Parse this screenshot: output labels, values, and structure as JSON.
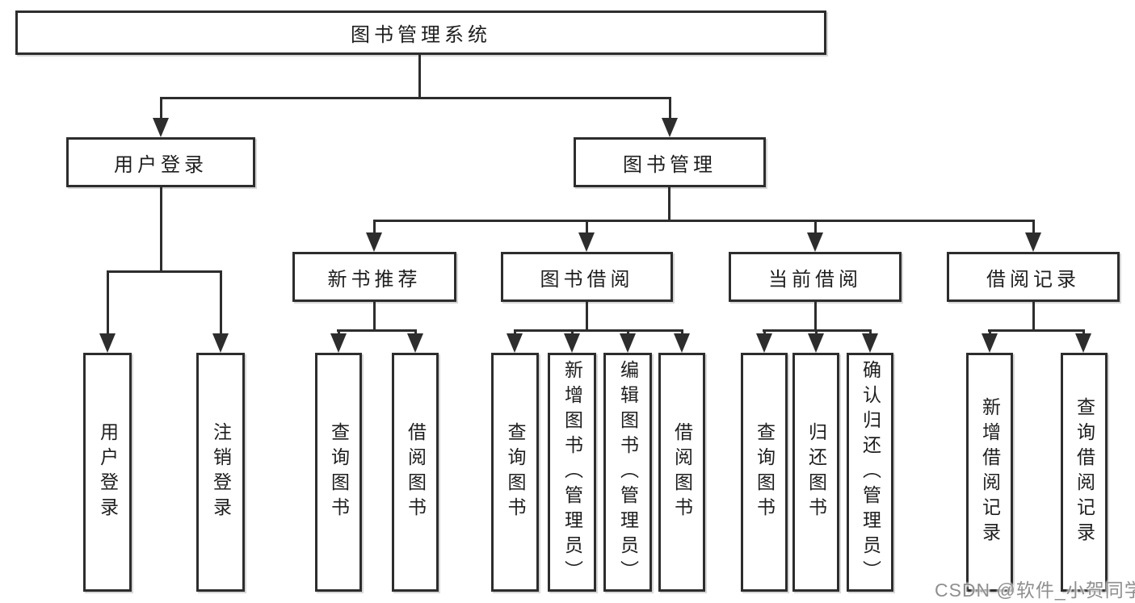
{
  "diagram_title": "图书管理系统",
  "tree": {
    "label": "图书管理系统",
    "children": [
      {
        "label": "用户登录",
        "children": [
          {
            "label": "用户登录"
          },
          {
            "label": "注销登录"
          }
        ]
      },
      {
        "label": "图书管理",
        "children": [
          {
            "label": "新书推荐",
            "children": [
              {
                "label": "查询图书"
              },
              {
                "label": "借阅图书"
              }
            ]
          },
          {
            "label": "图书借阅",
            "children": [
              {
                "label": "查询图书"
              },
              {
                "label": "新增图书（管理员）"
              },
              {
                "label": "编辑图书（管理员）"
              },
              {
                "label": "借阅图书"
              }
            ]
          },
          {
            "label": "当前借阅",
            "children": [
              {
                "label": "查询图书"
              },
              {
                "label": "归还图书"
              },
              {
                "label": "确认归还（管理员）"
              }
            ]
          },
          {
            "label": "借阅记录",
            "children": [
              {
                "label": "新增借阅记录"
              },
              {
                "label": "查询借阅记录"
              }
            ]
          }
        ]
      }
    ]
  },
  "watermark": {
    "text": "CSDN @软件_小贺同学"
  },
  "colors": {
    "line": "#2d2d2d",
    "box_border": "#2d2d2d",
    "text": "#1e1e1e",
    "watermark": "#8f8f8f",
    "background": "#ffffff"
  }
}
